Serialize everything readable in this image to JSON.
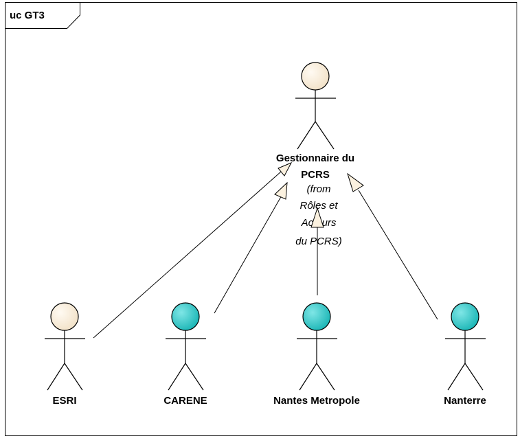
{
  "frame": {
    "tag": "uc GT3"
  },
  "actors": {
    "parent": {
      "name_line1": "Gestionnaire du",
      "name_line2": "PCRS",
      "origin": [
        "(from",
        "Rôles et",
        "Acteurs",
        "du PCRS)"
      ]
    },
    "esri": {
      "name": "ESRI"
    },
    "carene": {
      "name": "CARENE"
    },
    "nantes": {
      "name": "Nantes Metropole"
    },
    "nanterre": {
      "name": "Nanterre"
    }
  },
  "colors": {
    "beige_head": "#f7eddc",
    "teal_head": "#2ec8c8",
    "arrow_fill": "#fbf1df",
    "stroke": "#000000"
  }
}
